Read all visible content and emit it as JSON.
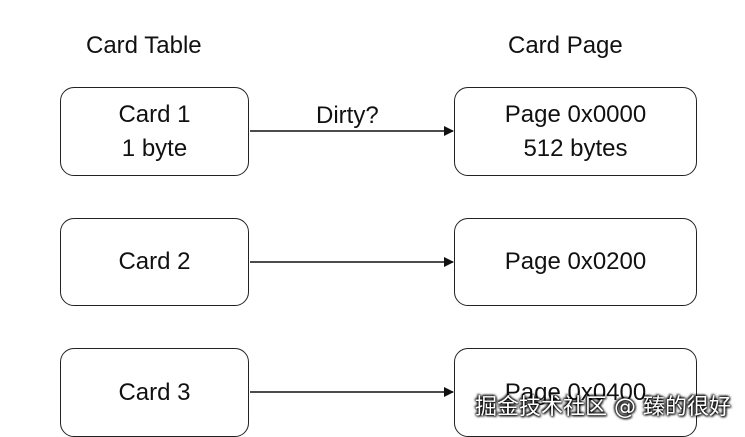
{
  "columns": {
    "left_title": "Card Table",
    "right_title": "Card Page"
  },
  "cards": [
    {
      "line1": "Card 1",
      "line2": "1 byte"
    },
    {
      "line1": "Card 2",
      "line2": ""
    },
    {
      "line1": "Card 3",
      "line2": ""
    }
  ],
  "pages": [
    {
      "line1": "Page 0x0000",
      "line2": "512 bytes"
    },
    {
      "line1": "Page 0x0200",
      "line2": ""
    },
    {
      "line1": "Page 0x0400",
      "line2": ""
    }
  ],
  "edge_label": "Dirty?",
  "watermark": "掘金技术社区 @ 臻的很好",
  "colors": {
    "stroke": "#222222",
    "text": "#111111",
    "background": "#ffffff"
  }
}
